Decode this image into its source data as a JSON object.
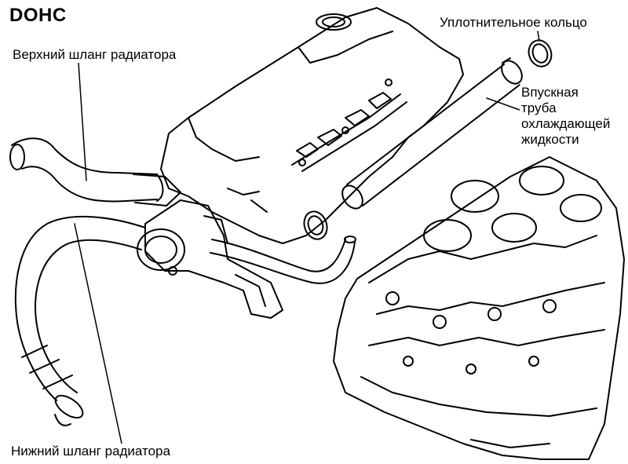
{
  "title": "DOHC",
  "labels": {
    "upper_hose": "Верхний шланг радиатора",
    "o_ring": "Уплотнительное кольцо",
    "inlet_pipe": [
      "Впускная",
      "труба",
      "охлаждающей",
      "жидкости"
    ],
    "lower_hose": "Нижний шланг радиатора"
  },
  "colors": {
    "line": "#000000",
    "background": "#ffffff"
  }
}
